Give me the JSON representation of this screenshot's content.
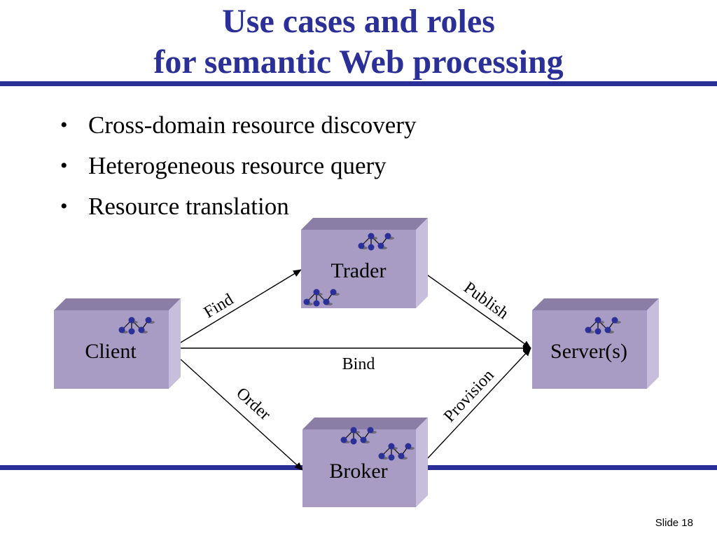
{
  "slide": {
    "title_line1": "Use cases and roles",
    "title_line2": "for semantic Web processing",
    "bullets": [
      "Cross-domain resource discovery",
      "Heterogeneous resource query",
      "Resource translation"
    ],
    "footer": "Slide 18",
    "accent_color": "#2b2f98"
  },
  "diagram": {
    "nodes": {
      "client": "Client",
      "trader": "Trader",
      "server": "Server(s)",
      "broker": "Broker"
    },
    "edges": {
      "find": "Find",
      "publish": "Publish",
      "bind": "Bind",
      "order": "Order",
      "provision": "Provision"
    },
    "box_color": "#a89cc4",
    "network_icon": "network-tree-icon"
  }
}
